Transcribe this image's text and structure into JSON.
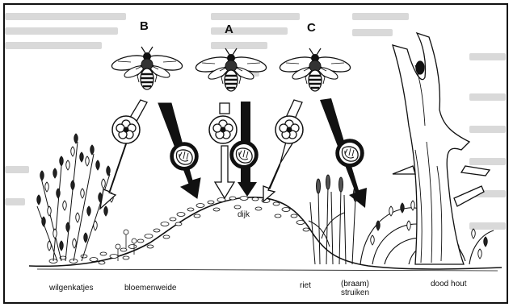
{
  "figure": {
    "bees": [
      {
        "letter": "B"
      },
      {
        "letter": "A"
      },
      {
        "letter": "C"
      }
    ],
    "labels": {
      "wilgenkatjes": "wilgenkatjes",
      "bloemenweide": "bloemenweide",
      "dijk": "dijk",
      "riet": "riet",
      "braam_line1": "(braam)",
      "braam_line2": "struiken",
      "dood_hout": "dood hout"
    },
    "icons": {
      "flower": "flower-icon",
      "larva": "larva-icon"
    }
  }
}
